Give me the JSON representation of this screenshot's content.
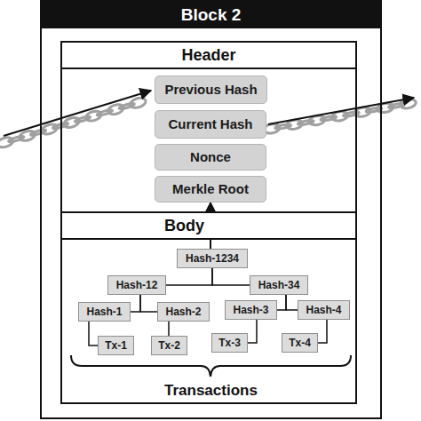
{
  "diagram": {
    "nodes": [
      {
        "text": [
          "Block 2"
        ]
      },
      {
        "text": [
          "Header"
        ],
        "in": 0
      },
      {
        "text": [
          "Previous Hash"
        ],
        "in": 1
      },
      {
        "text": [
          "Current Hash"
        ],
        "in": 1
      },
      {
        "text": [
          "Nonce"
        ],
        "in": 1
      },
      {
        "text": [
          "Merkle Root"
        ],
        "in": 1
      },
      {
        "text": [
          "Body"
        ],
        "in": 0
      },
      {
        "text": [
          "Hash-1234"
        ],
        "in": 6
      },
      {
        "text": [
          "Hash-12"
        ],
        "in": 6
      },
      {
        "text": [
          "Hash-34"
        ],
        "in": 6
      },
      {
        "text": [
          "Hash-1"
        ],
        "in": 6
      },
      {
        "text": [
          "Hash-2"
        ],
        "in": 6
      },
      {
        "text": [
          "Hash-3"
        ],
        "in": 6
      },
      {
        "text": [
          "Hash-4"
        ],
        "in": 6
      },
      {
        "text": [
          "Tx-1"
        ],
        "in": 6
      },
      {
        "text": [
          "Tx-2"
        ],
        "in": 6
      },
      {
        "text": [
          "Tx-3"
        ],
        "in": 6
      },
      {
        "text": [
          "Tx-4"
        ],
        "in": 6
      }
    ],
    "edges": [
      {
        "from": 7,
        "to": 5,
        "arrow": "to"
      },
      {
        "from": 8,
        "to": 7,
        "arrow": "none"
      },
      {
        "from": 9,
        "to": 7,
        "arrow": "none"
      },
      {
        "from": 10,
        "to": 8,
        "arrow": "none"
      },
      {
        "from": 11,
        "to": 8,
        "arrow": "none"
      },
      {
        "from": 12,
        "to": 9,
        "arrow": "none"
      },
      {
        "from": 13,
        "to": 9,
        "arrow": "none"
      },
      {
        "from": 14,
        "to": 10,
        "arrow": "none"
      },
      {
        "from": 15,
        "to": 11,
        "arrow": "none"
      },
      {
        "from": 16,
        "to": 12,
        "arrow": "none"
      },
      {
        "from": 17,
        "to": 13,
        "arrow": "none"
      }
    ],
    "labels": [
      "Transactions"
    ]
  }
}
